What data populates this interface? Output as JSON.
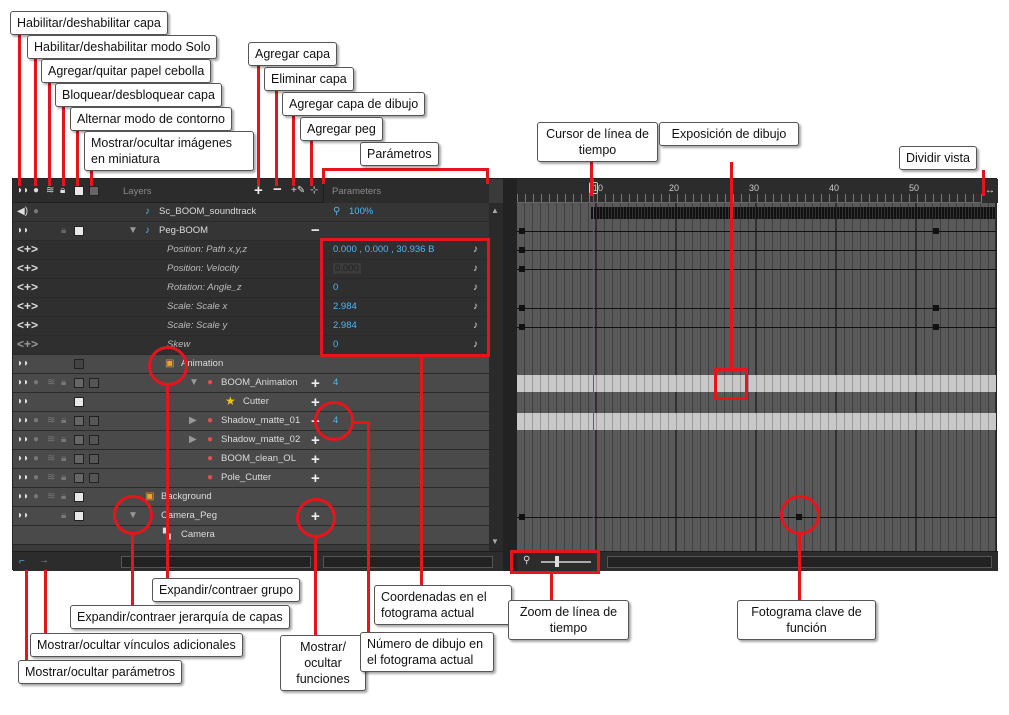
{
  "callouts": {
    "enable_disable_layer": "Habilitar/deshabilitar capa",
    "solo_mode": "Habilitar/deshabilitar modo Solo",
    "onion_skin": "Agregar/quitar papel cebolla",
    "lock_layer": "Bloquear/desbloquear capa",
    "outline_mode": "Alternar modo de contorno",
    "thumbnails": "Mostrar/ocultar imágenes en miniatura",
    "add_layer": "Agregar capa",
    "delete_layer": "Eliminar capa",
    "add_drawing_layer": "Agregar capa de dibujo",
    "add_peg": "Agregar peg",
    "parameters": "Parámetros",
    "timeline_cursor": "Cursor de línea de tiempo",
    "drawing_exposure": "Exposición de dibujo",
    "split_view": "Dividir vista",
    "expand_group": "Expandir/contraer grupo",
    "expand_hierarchy": "Expandir/contraer jerarquía de capas",
    "extra_links": "Mostrar/ocultar vínculos adicionales",
    "show_params": "Mostrar/ocultar parámetros",
    "show_functions": "Mostrar/ ocultar funciones",
    "current_coords": "Coordenadas en el fotograma actual",
    "current_drawing": "Número de dibujo en el fotograma actual",
    "timeline_zoom": "Zoom de línea de tiempo",
    "function_keyframe": "Fotograma clave de función"
  },
  "headers": {
    "layers": "Layers",
    "parameters": "Parameters"
  },
  "ruler": [
    "10",
    "20",
    "30",
    "40",
    "50"
  ],
  "layers": [
    {
      "name": "Sc_BOOM_soundtrack",
      "param": "100%"
    },
    {
      "name": "Peg-BOOM",
      "param": ""
    },
    {
      "name": "Position: Path x,y,z",
      "param": "0.000 , 0.000 , 30.936 B"
    },
    {
      "name": "Position: Velocity",
      "param": "0.000"
    },
    {
      "name": "Rotation: Angle_z",
      "param": "0"
    },
    {
      "name": "Scale: Scale x",
      "param": "2.984"
    },
    {
      "name": "Scale: Scale y",
      "param": "2.984"
    },
    {
      "name": "Skew",
      "param": "0"
    },
    {
      "name": "Animation",
      "param": ""
    },
    {
      "name": "BOOM_Animation",
      "param": "4"
    },
    {
      "name": "Cutter",
      "param": ""
    },
    {
      "name": "Shadow_matte_01",
      "param": "4"
    },
    {
      "name": "Shadow_matte_02",
      "param": ""
    },
    {
      "name": "BOOM_clean_OL",
      "param": ""
    },
    {
      "name": "Pole_Cutter",
      "param": ""
    },
    {
      "name": "Background",
      "param": ""
    },
    {
      "name": "Camera_Peg",
      "param": ""
    },
    {
      "name": "Camera",
      "param": ""
    }
  ],
  "arrows_symbol": "<+>",
  "colors": {
    "accent_red": "#e8141b",
    "param_blue": "#4fb8f0",
    "cursor": "#c0392b"
  }
}
